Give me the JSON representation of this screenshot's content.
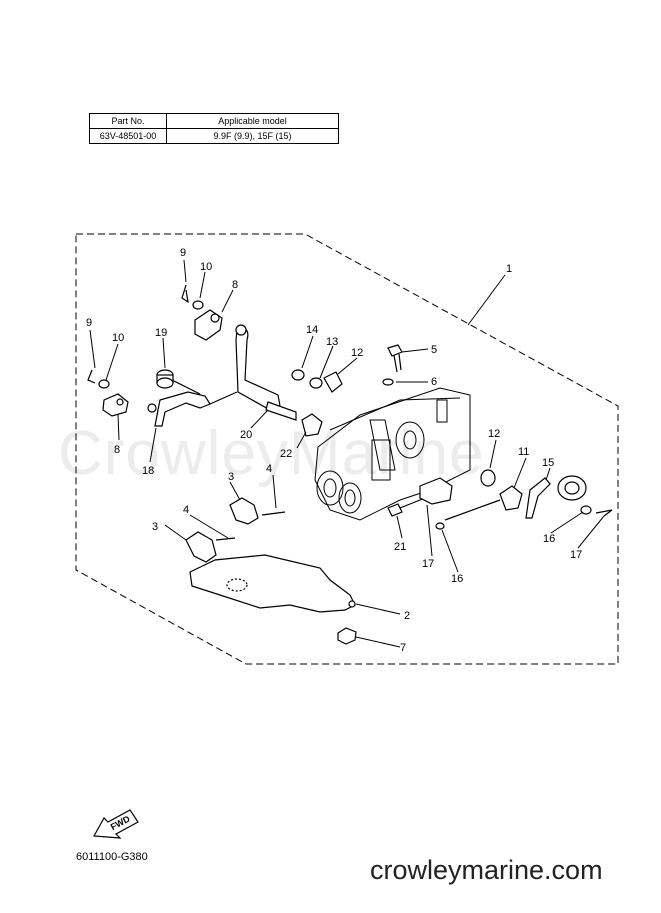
{
  "table": {
    "headers": [
      "Part No.",
      "Applicable model"
    ],
    "rows": [
      [
        "63V-48501-00",
        "9.9F (9.9), 15F (15)"
      ]
    ]
  },
  "callouts": [
    {
      "id": "c9a",
      "label": "9"
    },
    {
      "id": "c10a",
      "label": "10"
    },
    {
      "id": "c8a",
      "label": "8"
    },
    {
      "id": "c1",
      "label": "1"
    },
    {
      "id": "c9b",
      "label": "9"
    },
    {
      "id": "c10b",
      "label": "10"
    },
    {
      "id": "c19",
      "label": "19"
    },
    {
      "id": "c14",
      "label": "14"
    },
    {
      "id": "c13",
      "label": "13"
    },
    {
      "id": "c12a",
      "label": "12"
    },
    {
      "id": "c5",
      "label": "5"
    },
    {
      "id": "c6",
      "label": "6"
    },
    {
      "id": "c8b",
      "label": "8"
    },
    {
      "id": "c18",
      "label": "18"
    },
    {
      "id": "c20",
      "label": "20"
    },
    {
      "id": "c22",
      "label": "22"
    },
    {
      "id": "c12b",
      "label": "12"
    },
    {
      "id": "c11",
      "label": "11"
    },
    {
      "id": "c15",
      "label": "15"
    },
    {
      "id": "c3a",
      "label": "3"
    },
    {
      "id": "c4a",
      "label": "4"
    },
    {
      "id": "c4b",
      "label": "4"
    },
    {
      "id": "c3b",
      "label": "3"
    },
    {
      "id": "c21",
      "label": "21"
    },
    {
      "id": "c17a",
      "label": "17"
    },
    {
      "id": "c16a",
      "label": "16"
    },
    {
      "id": "c16b",
      "label": "16"
    },
    {
      "id": "c17b",
      "label": "17"
    },
    {
      "id": "c2",
      "label": "2"
    },
    {
      "id": "c7",
      "label": "7"
    }
  ],
  "fwd_label": "FWD",
  "figure_code": "6011100-G380",
  "watermark": "CrowleyMarine",
  "site_url": "crowleymarine.com"
}
